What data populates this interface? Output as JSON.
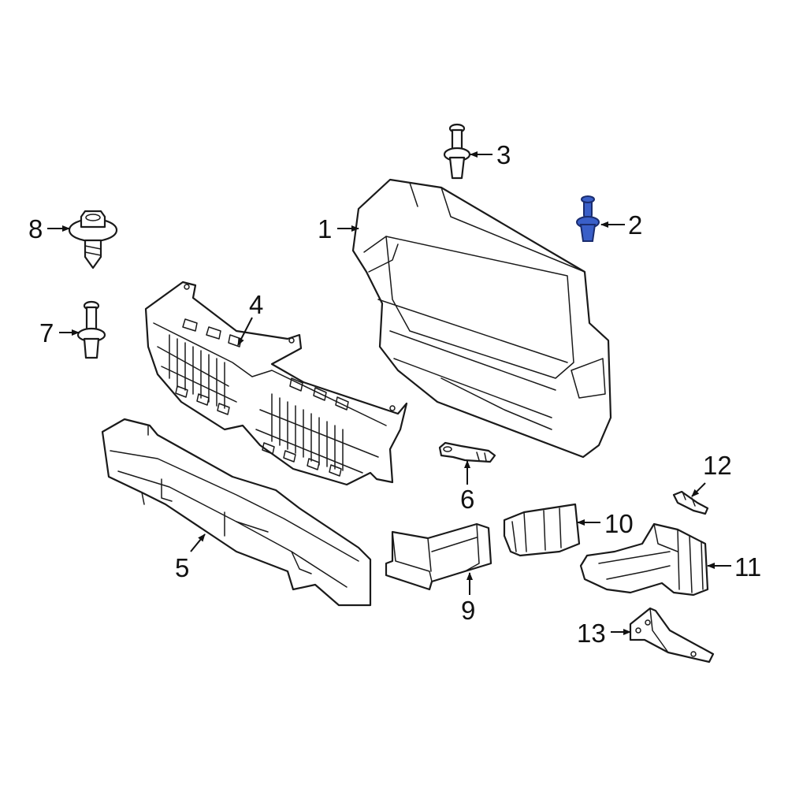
{
  "callouts": [
    {
      "id": "1",
      "label": "1"
    },
    {
      "id": "2",
      "label": "2"
    },
    {
      "id": "3",
      "label": "3"
    },
    {
      "id": "4",
      "label": "4"
    },
    {
      "id": "5",
      "label": "5"
    },
    {
      "id": "6",
      "label": "6"
    },
    {
      "id": "7",
      "label": "7"
    },
    {
      "id": "8",
      "label": "8"
    },
    {
      "id": "9",
      "label": "9"
    },
    {
      "id": "10",
      "label": "10"
    },
    {
      "id": "11",
      "label": "11"
    },
    {
      "id": "12",
      "label": "12"
    },
    {
      "id": "13",
      "label": "13"
    }
  ],
  "highlight": {
    "part": "2",
    "color": "#3a5fc8"
  }
}
